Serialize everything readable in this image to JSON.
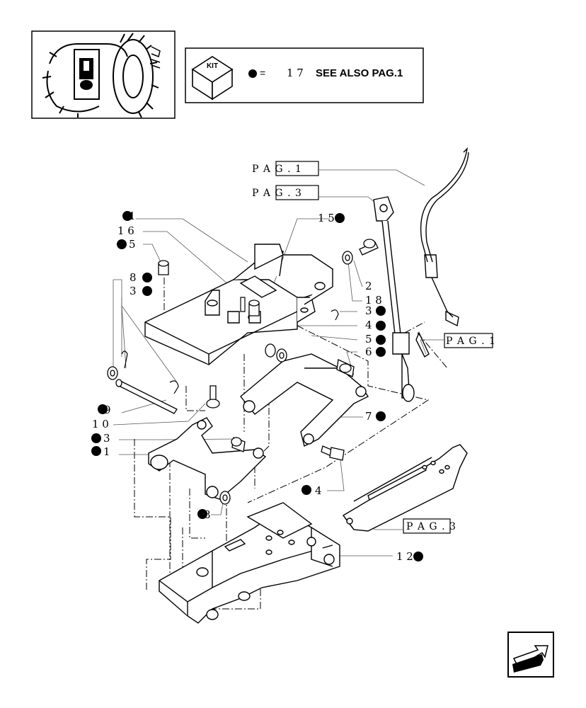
{
  "header": {
    "kit_label": "KIT",
    "kit_note_number": "1 7",
    "kit_note_text": "SEE ALSO PAG.1",
    "equals": "="
  },
  "refs": {
    "pag1_top": "P A G . 1",
    "pag3_top": "P A G . 3",
    "pag1_right": "P A G . 1",
    "pag3_right": "P A G . 3"
  },
  "callouts": {
    "c1": "1",
    "c16": "1 6",
    "c15a": "1 5",
    "c5a": "5",
    "c8a": "8",
    "c3a": "3",
    "c2": "2",
    "c18": "1 8",
    "c3b": "3",
    "c4a": "4",
    "c5b": "5",
    "c6": "6",
    "c9": "9",
    "c10": "1 0",
    "c13": "3",
    "c11": "1",
    "c7": "7",
    "c4b": "4",
    "c8b": "8",
    "c12": "1 2"
  },
  "colors": {
    "ink": "#000000",
    "paper": "#ffffff",
    "leader": "#555555"
  },
  "icons": [
    "tractor-thumbnail-icon",
    "kit-box-icon",
    "kit-dot-icon",
    "next-page-arrow-icon"
  ]
}
